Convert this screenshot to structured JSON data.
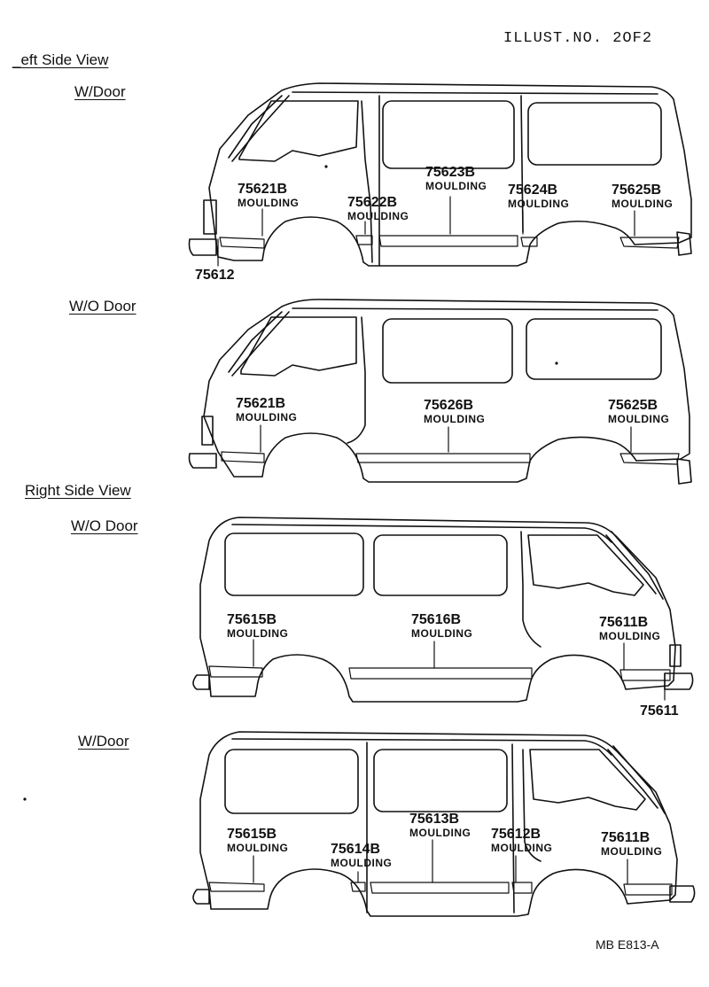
{
  "header": {
    "illust_no": "ILLUST.NO. 2OF2"
  },
  "footer": {
    "code": "MB  E813-A"
  },
  "sections": {
    "left_side": "_eft Side View",
    "right_side": "Right Side View"
  },
  "views": [
    {
      "title": "W/Door",
      "labels": [
        {
          "pn": "75621B",
          "nm": "MOULDING"
        },
        {
          "pn": "75622B",
          "nm": "MOULDING"
        },
        {
          "pn": "75623B",
          "nm": "MOULDING"
        },
        {
          "pn": "75624B",
          "nm": "MOULDING"
        },
        {
          "pn": "75625B",
          "nm": "MOULDING"
        }
      ],
      "extra": "75612"
    },
    {
      "title": "W/O Door",
      "labels": [
        {
          "pn": "75621B",
          "nm": "MOULDING"
        },
        {
          "pn": "75626B",
          "nm": "MOULDING"
        },
        {
          "pn": "75625B",
          "nm": "MOULDING"
        }
      ]
    },
    {
      "title": "W/O Door",
      "labels": [
        {
          "pn": "75615B",
          "nm": "MOULDING"
        },
        {
          "pn": "75616B",
          "nm": "MOULDING"
        },
        {
          "pn": "75611B",
          "nm": "MOULDING"
        }
      ],
      "extra": "75611"
    },
    {
      "title": "W/Door",
      "labels": [
        {
          "pn": "75615B",
          "nm": "MOULDING"
        },
        {
          "pn": "75614B",
          "nm": "MOULDING"
        },
        {
          "pn": "75613B",
          "nm": "MOULDING"
        },
        {
          "pn": "75612B",
          "nm": "MOULDING"
        },
        {
          "pn": "75611B",
          "nm": "MOULDING"
        }
      ]
    }
  ]
}
